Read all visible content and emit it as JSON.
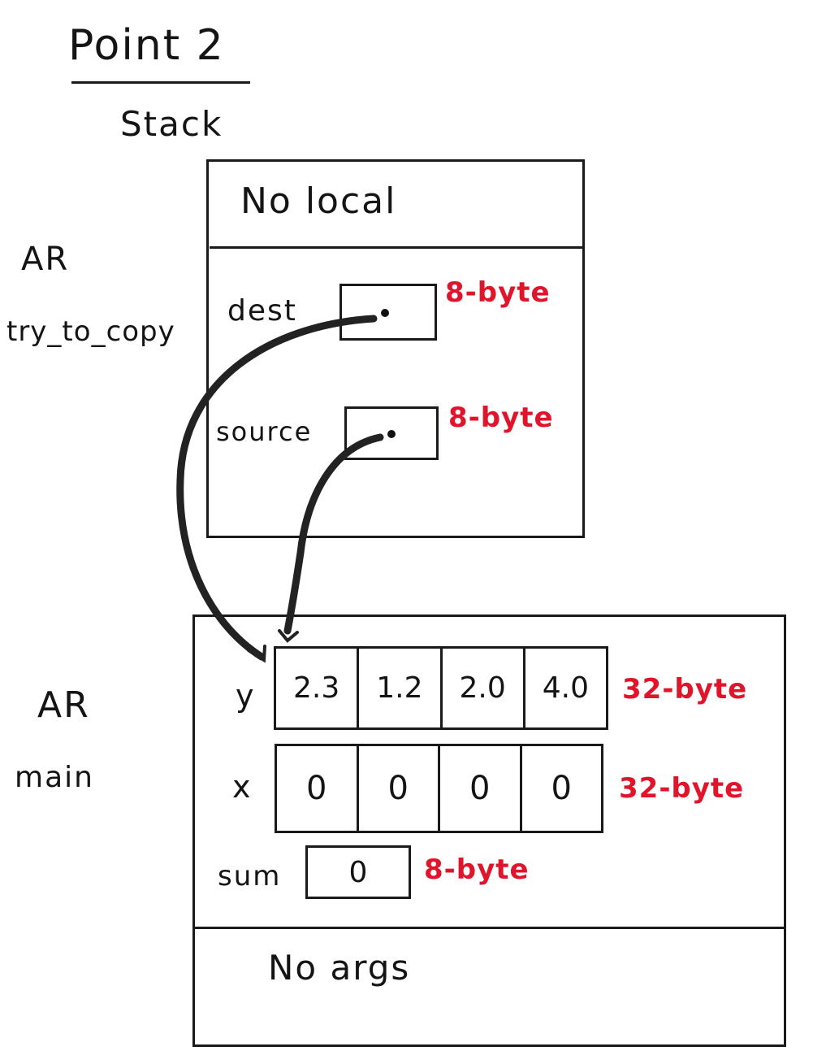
{
  "heading": {
    "title": "Point 2",
    "subtitle": "Stack"
  },
  "try_to_copy_ar": {
    "label_line1": "AR",
    "label_line2": "try_to_copy",
    "locals_text": "No local",
    "params": [
      {
        "name": "dest",
        "size": "8-byte"
      },
      {
        "name": "source",
        "size": "8-byte"
      }
    ]
  },
  "main_ar": {
    "label_line1": "AR",
    "label_line2": "main",
    "args_text": "No args",
    "vars": [
      {
        "name": "y",
        "cells": [
          "2.3",
          "1.2",
          "2.0",
          "4.0"
        ],
        "size": "32-byte"
      },
      {
        "name": "x",
        "cells": [
          "0",
          "0",
          "0",
          "0"
        ],
        "size": "32-byte"
      },
      {
        "name": "sum",
        "cells": [
          "0"
        ],
        "size": "8-byte"
      }
    ]
  },
  "colors": {
    "ink": "#141414",
    "size_annotation": "#e0152b"
  }
}
